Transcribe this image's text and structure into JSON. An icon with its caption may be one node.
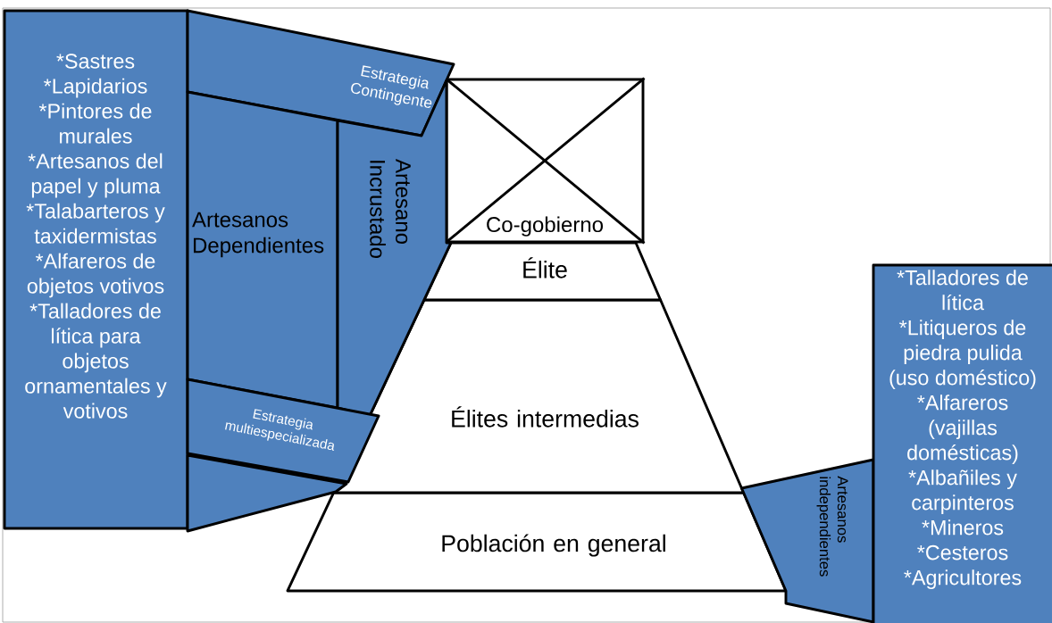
{
  "diagram": {
    "nodes": [
      {
        "text": [
          "*Sastres",
          "*Lapidarios",
          "*Pintores de murales",
          "*Artesanos del papel y pluma",
          "*Talabarteros y taxidermistas",
          "*Alfareros de objetos votivos",
          "*Talladores de lítica para objetos ornamentales y votivos"
        ]
      },
      {
        "text": [
          "Estrategia Contingente"
        ]
      },
      {
        "text": [
          "Artesanos Dependientes"
        ]
      },
      {
        "text": [
          "Artesano Incrustado"
        ]
      },
      {
        "text": [
          "Estrategia multiespecializada"
        ]
      },
      {
        "text": [
          "Co-gobierno"
        ]
      },
      {
        "text": [
          "Élite"
        ]
      },
      {
        "text": [
          "Élites intermedias"
        ]
      },
      {
        "text": [
          "Población en general"
        ]
      },
      {
        "text": [
          "Artesanos independientes"
        ]
      },
      {
        "text": [
          "*Talladores de lítica",
          "*Litiqueros de piedra pulida (uso doméstico)",
          "*Alfareros (vajillas domésticas)",
          "*Albañiles y carpinteros",
          "*Mineros",
          "*Cesteros",
          "*Agricultores"
        ]
      },
      {
        "text": [],
        "shape": "box"
      }
    ]
  }
}
